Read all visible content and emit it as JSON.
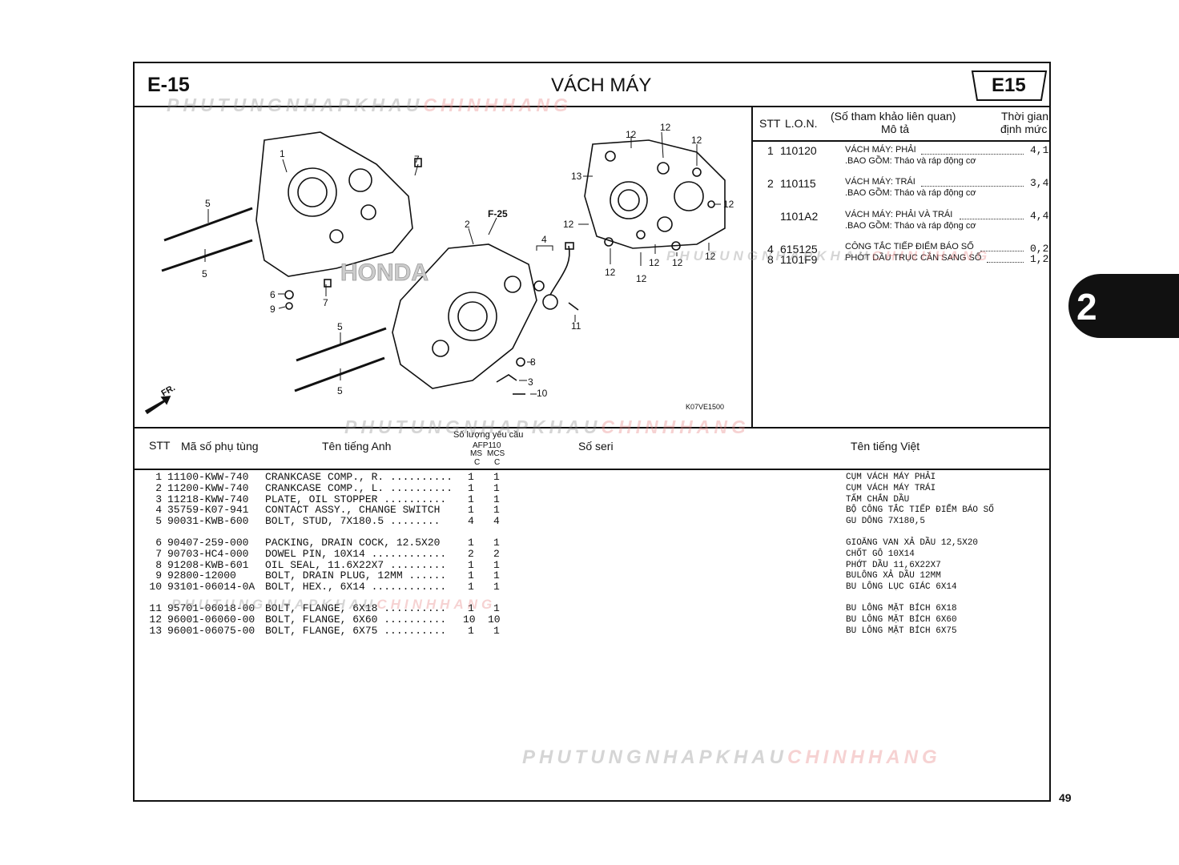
{
  "header": {
    "code": "E-15",
    "title": "VÁCH MÁY",
    "badge": "E15",
    "section_tab": "2",
    "page_number": "49"
  },
  "watermark": {
    "part1": "PHUTUNGNHAPKHAU",
    "part2": "CHINHHANG"
  },
  "diagram": {
    "ref_f25": "F-25",
    "fr_label": "FR.",
    "figure_code": "K07VE1500",
    "brand": "HONDA",
    "callouts": [
      "1",
      "2",
      "3",
      "4",
      "5",
      "5",
      "5",
      "5",
      "6",
      "7",
      "7",
      "8",
      "9",
      "10",
      "11",
      "12",
      "12",
      "12",
      "12",
      "12",
      "12",
      "12",
      "12",
      "12",
      "12",
      "13"
    ]
  },
  "lon_panel": {
    "headers": {
      "stt": "STT",
      "lon": "L.O.N.",
      "ref": "(Số tham khảo liên quan)",
      "desc": "Mô tả",
      "time1": "Thời gian",
      "time2": "định mức"
    },
    "rows": [
      {
        "stt": "1",
        "lon": "110120",
        "desc": "VÁCH MÁY: PHẢI",
        "sub": ".BAO GỒM: Tháo và ráp động cơ",
        "time": "4,1"
      },
      {
        "stt": "2",
        "lon": "110115",
        "desc": "VÁCH MÁY: TRÁI",
        "sub": ".BAO GỒM: Tháo và ráp động cơ",
        "time": "3,4"
      },
      {
        "stt": "",
        "lon": "1101A2",
        "desc": "VÁCH MÁY: PHẢI VÀ TRÁI",
        "sub": ".BAO GỒM: Tháo và ráp động cơ",
        "time": "4,4"
      },
      {
        "stt": "4",
        "lon": "615125",
        "desc": "CÔNG TẮC TIẾP ĐIỂM BÁO SỐ",
        "sub": "",
        "time": "0,2"
      },
      {
        "stt": "8",
        "lon": "1101F9",
        "desc": "PHỚT DẦU TRỤC CẦN SANG SỐ",
        "sub": "",
        "time": "1,2"
      }
    ]
  },
  "parts_table": {
    "headers": {
      "stt": "STT",
      "part_no": "Mã số phụ tùng",
      "name_en": "Tên tiếng Anh",
      "qty_title": "Số lượng yêu cầu",
      "model": "AFP110",
      "col1_top": "MS",
      "col1_bot": "C",
      "col2_top": "MCS",
      "col2_bot": "C",
      "serial": "Số seri",
      "name_vn": "Tên tiếng Việt"
    },
    "rows": [
      {
        "stt": "1",
        "part_no": "11100-KWW-740",
        "name_en": "CRANKCASE COMP., R. ..........",
        "q1": "1",
        "q2": "1",
        "name_vn": "CỤM VÁCH MÁY PHẢI"
      },
      {
        "stt": "2",
        "part_no": "11200-KWW-740",
        "name_en": "CRANKCASE COMP., L. ..........",
        "q1": "1",
        "q2": "1",
        "name_vn": "CỤM VÁCH MÁY TRÁI"
      },
      {
        "stt": "3",
        "part_no": "11218-KWW-740",
        "name_en": "PLATE, OIL STOPPER ..........",
        "q1": "1",
        "q2": "1",
        "name_vn": "TẤM CHẮN DẦU"
      },
      {
        "stt": "4",
        "part_no": "35759-K07-941",
        "name_en": "CONTACT ASSY., CHANGE SWITCH",
        "q1": "1",
        "q2": "1",
        "name_vn": "BỘ CÔNG TẮC TIẾP ĐIỂM BÁO SỐ"
      },
      {
        "stt": "5",
        "part_no": "90031-KWB-600",
        "name_en": "BOLT, STUD, 7X180.5 ........",
        "q1": "4",
        "q2": "4",
        "name_vn": "GU DÔNG 7X180,5"
      },
      {
        "stt": "6",
        "part_no": "90407-259-000",
        "name_en": "PACKING, DRAIN COCK, 12.5X20",
        "q1": "1",
        "q2": "1",
        "name_vn": "GIOĂNG VAN XẢ DẦU 12,5X20"
      },
      {
        "stt": "7",
        "part_no": "90703-HC4-000",
        "name_en": "DOWEL PIN, 10X14 ............",
        "q1": "2",
        "q2": "2",
        "name_vn": "CHỐT GÔ 10X14"
      },
      {
        "stt": "8",
        "part_no": "91208-KWB-601",
        "name_en": "OIL SEAL, 11.6X22X7 .........",
        "q1": "1",
        "q2": "1",
        "name_vn": "PHỚT DẦU 11,6X22X7"
      },
      {
        "stt": "9",
        "part_no": "92800-12000",
        "name_en": "BOLT, DRAIN PLUG, 12MM ......",
        "q1": "1",
        "q2": "1",
        "name_vn": "BULÔNG XẢ DẦU 12MM"
      },
      {
        "stt": "10",
        "part_no": "93101-06014-0A",
        "name_en": "BOLT, HEX., 6X14 ............",
        "q1": "1",
        "q2": "1",
        "name_vn": "BU LÔNG LỤC GIÁC 6X14"
      },
      {
        "stt": "11",
        "part_no": "95701-06018-00",
        "name_en": "BOLT, FLANGE, 6X18 ..........",
        "q1": "1",
        "q2": "1",
        "name_vn": "BU LÔNG MẶT BÍCH 6X18"
      },
      {
        "stt": "12",
        "part_no": "96001-06060-00",
        "name_en": "BOLT, FLANGE, 6X60 ..........",
        "q1": "10",
        "q2": "10",
        "name_vn": "BU LÔNG MẶT BÍCH 6X60"
      },
      {
        "stt": "13",
        "part_no": "96001-06075-00",
        "name_en": "BOLT, FLANGE, 6X75 ..........",
        "q1": "1",
        "q2": "1",
        "name_vn": "BU LÔNG MẶT BÍCH 6X75"
      }
    ]
  }
}
